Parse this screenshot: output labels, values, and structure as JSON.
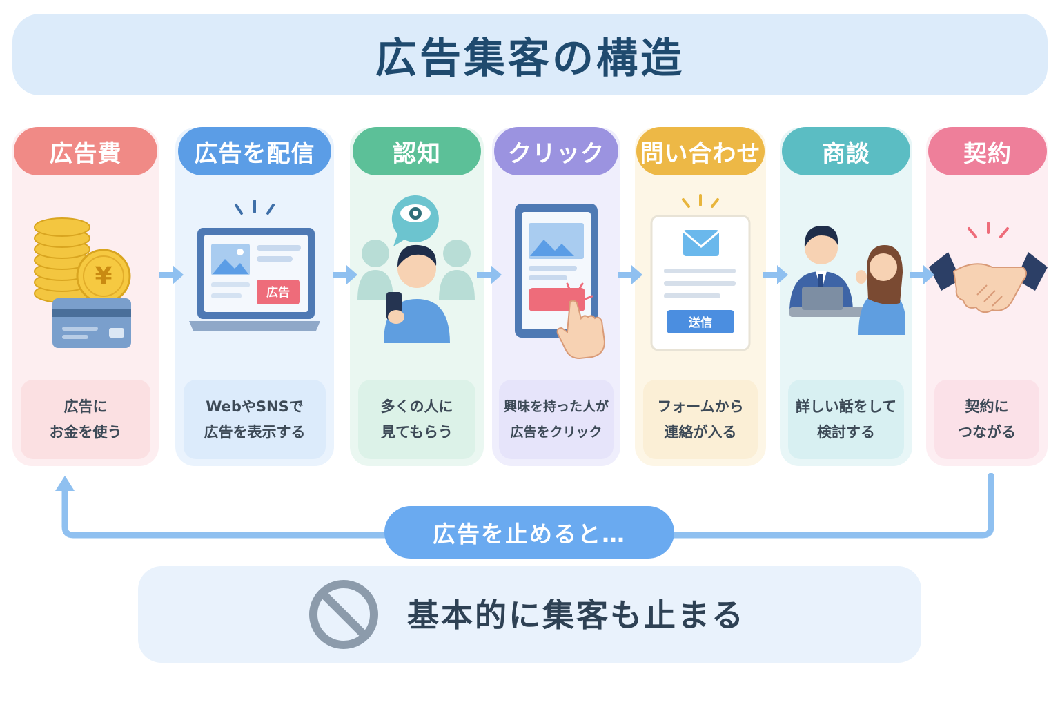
{
  "title": "広告集客の構造",
  "steps": [
    {
      "label": "広告費",
      "desc": "広告に\nお金を使う",
      "color": "#f08a86",
      "bg": "#fdeef0",
      "desc_bg": "#fbe0e2",
      "icon": "coins-card-icon"
    },
    {
      "label": "広告を配信",
      "desc": "WebやSNSで\n広告を表示する",
      "color": "#5b9de6",
      "bg": "#eaf3fd",
      "desc_bg": "#dcebfb",
      "icon": "laptop-ad-icon",
      "icon_label": "広告"
    },
    {
      "label": "認知",
      "desc": "多くの人に\n見てもらう",
      "color": "#5cc098",
      "bg": "#eaf7f1",
      "desc_bg": "#dcf2e8",
      "icon": "people-eye-icon"
    },
    {
      "label": "クリック",
      "desc": "興味を持った人が\n広告をクリック",
      "color": "#9b93e0",
      "bg": "#efeefc",
      "desc_bg": "#e6e4fa",
      "icon": "tablet-click-icon"
    },
    {
      "label": "問い合わせ",
      "desc": "フォームから\n連絡が入る",
      "color": "#edb846",
      "bg": "#fdf6e6",
      "desc_bg": "#fbefd6",
      "icon": "form-send-icon",
      "icon_label": "送信"
    },
    {
      "label": "商談",
      "desc": "詳しい話をして\n検討する",
      "color": "#5bbdc3",
      "bg": "#e8f6f7",
      "desc_bg": "#d8f0f2",
      "icon": "business-meeting-icon"
    },
    {
      "label": "契約",
      "desc": "契約に\nつながる",
      "color": "#ee7f9a",
      "bg": "#fdeef2",
      "desc_bg": "#fbe1e8",
      "icon": "handshake-icon"
    }
  ],
  "stop_label": "広告を止めると…",
  "result_text": "基本的に集客も止まる",
  "result_icon": "prohibited-icon",
  "flow_arrow_icon": "arrow-right-icon",
  "loop_arrow_icon": "loop-back-arrow-icon"
}
